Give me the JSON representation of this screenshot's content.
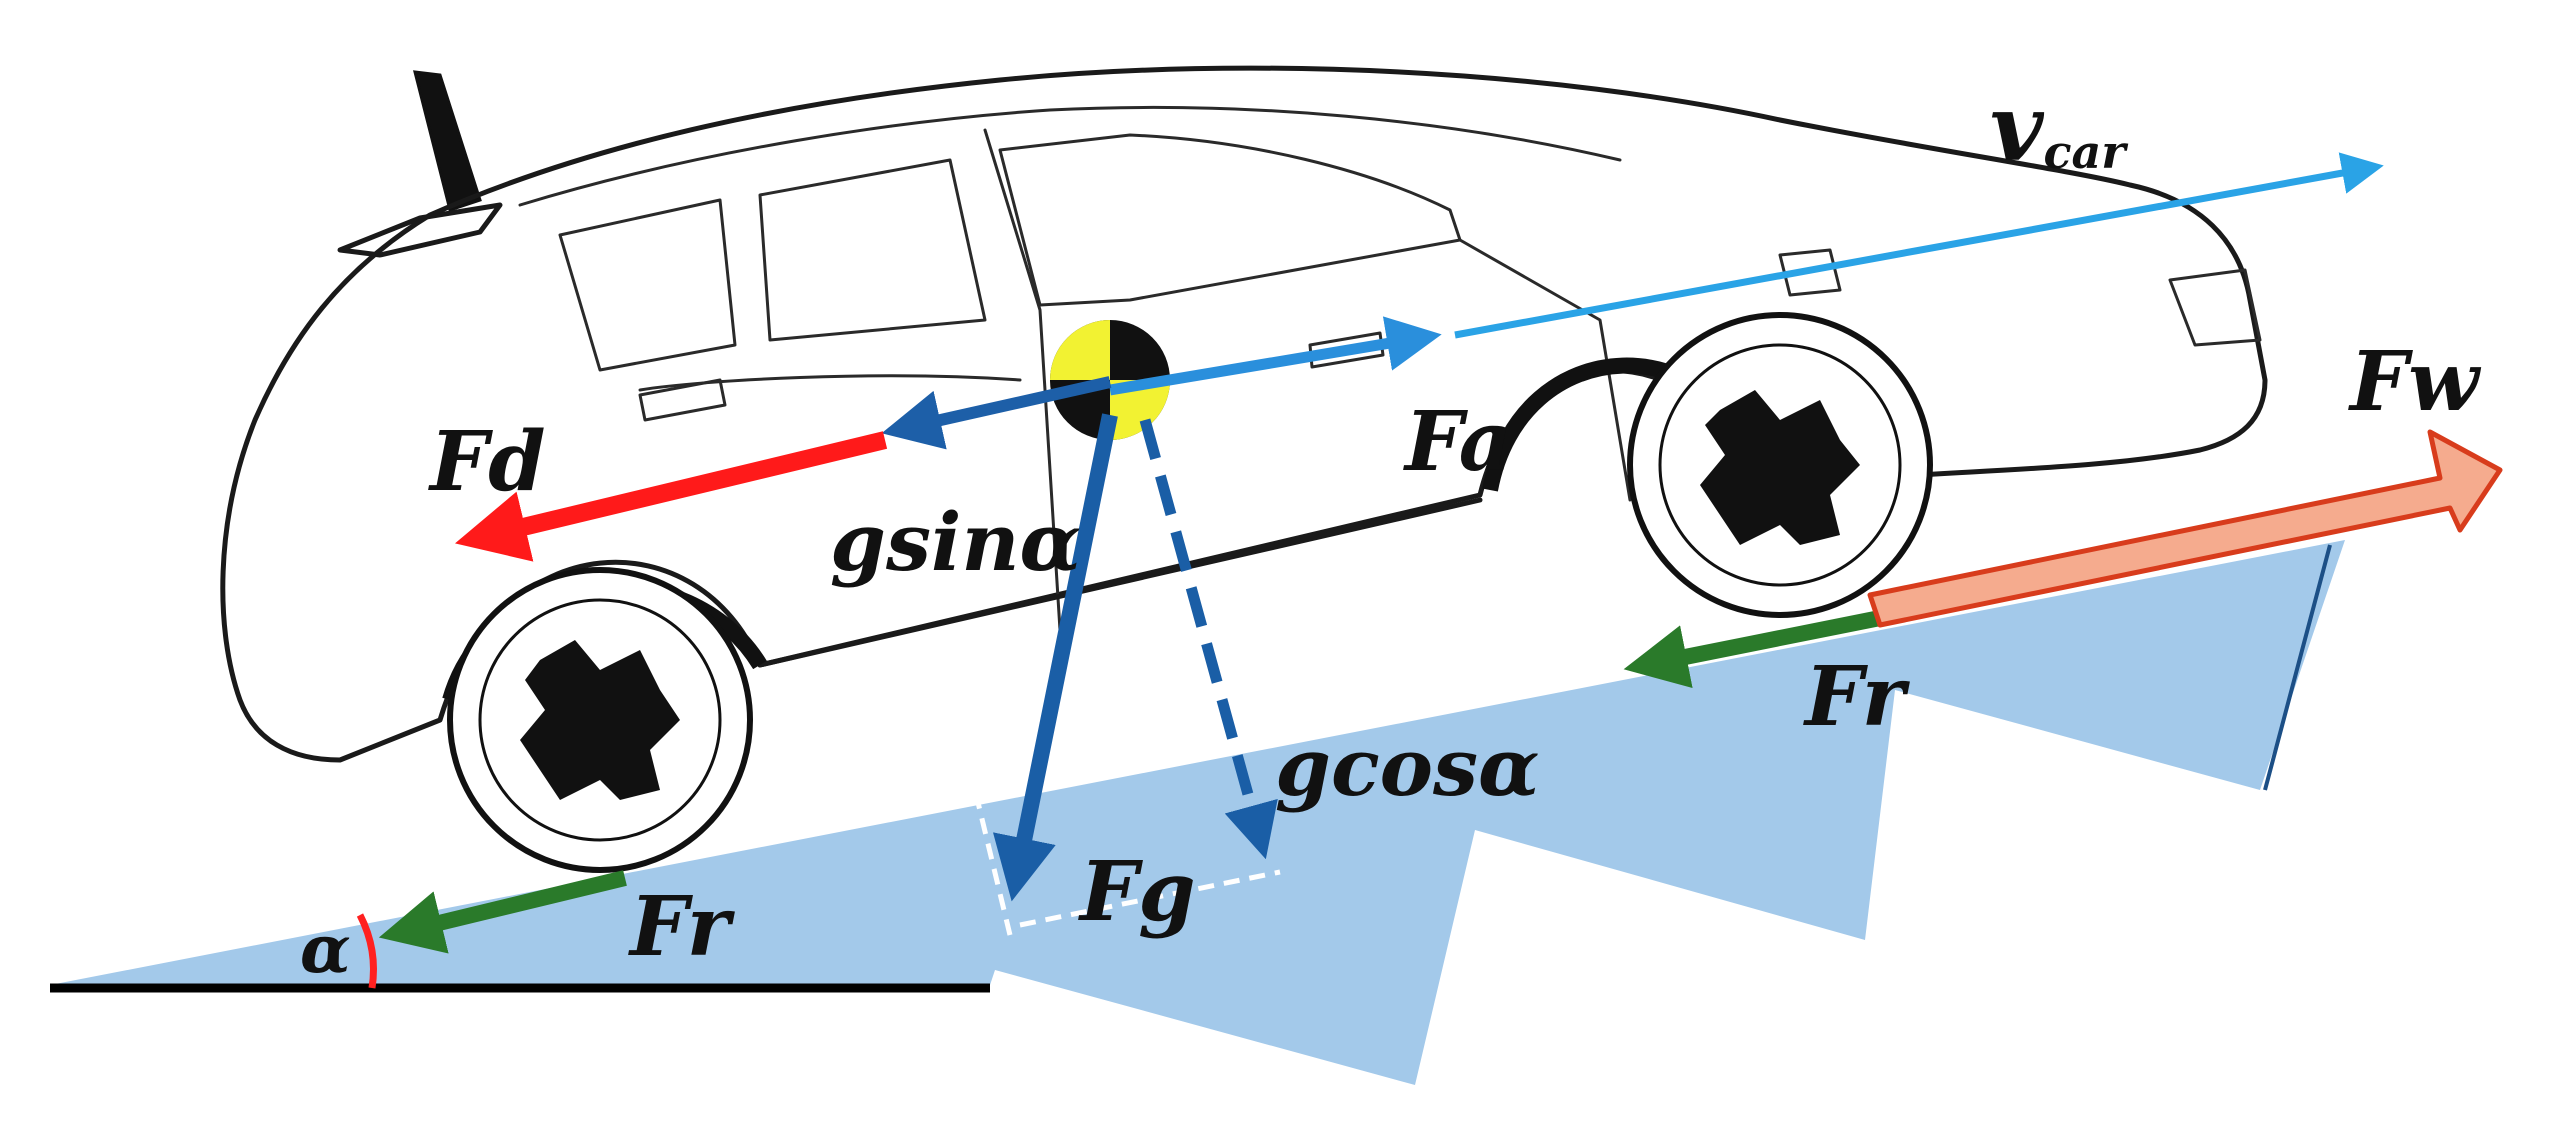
{
  "labels": {
    "v_main": "v",
    "v_sub": "car",
    "fw": "Fw",
    "fd": "Fd",
    "fa": "Fa",
    "gsin": "gsinα",
    "gcos": "gcosα",
    "fr_rear": "Fr",
    "fr_front": "Fr",
    "fg": "Fg",
    "alpha": "α"
  },
  "colors": {
    "slope_fill": "#a3c9ea",
    "v_car": "#2aa3e6",
    "fa": "#2a8fdc",
    "gsin": "#1d5fa8",
    "fg": "#1a5ea6",
    "gcos": "#1a5ea6",
    "fd": "#ff1a1a",
    "fr": "#2a7a2a",
    "fw_fill": "#f5ab8e",
    "fw_stroke": "#d83c1c",
    "alpha_arc": "#ff2020",
    "ground": "#000000"
  }
}
